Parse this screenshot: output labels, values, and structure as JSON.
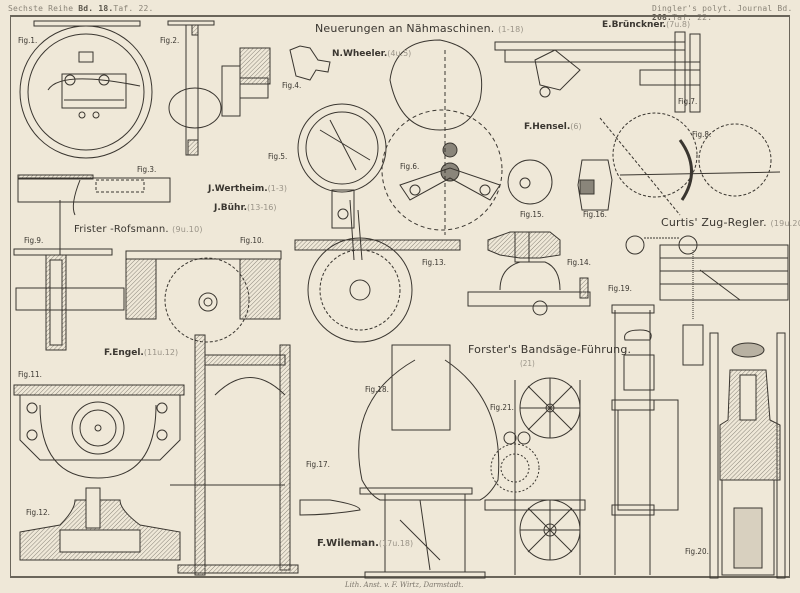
{
  "header": {
    "left_series": "Sechste Reihe",
    "left_volume": "Bd. 18.",
    "left_plate": "Taf. 22.",
    "right_journal": "Dingler's polyt. Journal Bd.",
    "right_volume": "268.",
    "right_plate": "Taf. 22."
  },
  "title": {
    "main": "Neuerungen an Nähmaschinen.",
    "range": "(1-18)"
  },
  "inventors": [
    {
      "name": "N.Wheeler.",
      "figs": "(4u.5)"
    },
    {
      "name": "E.Brünckner.",
      "figs": "(7u.8)"
    },
    {
      "name": "F.Hensel.",
      "figs": "(6)"
    },
    {
      "name": "J.Wertheim.",
      "figs": "(1-3)"
    },
    {
      "name": "J.Bühr.",
      "figs": "(13-16)"
    },
    {
      "name": "Frister -Rofsmann.",
      "figs": "(9u.10)"
    },
    {
      "name": "F.Engel.",
      "figs": "(11u.12)"
    },
    {
      "name": "F.Wileman.",
      "figs": "(17u.18)"
    }
  ],
  "section_titles": {
    "bandsaw": "Forster's Bandsäge-Führung.",
    "bandsaw_figs": "(21)",
    "regulator": "Curtis' Zug-Regler.",
    "regulator_figs": "(19u.20)"
  },
  "figures": {
    "f1": "Fig.1.",
    "f2": "Fig.2.",
    "f3": "Fig.3.",
    "f4": "Fig.4.",
    "f5": "Fig.5.",
    "f6": "Fig.6.",
    "f7": "Fig.7.",
    "f8": "Fig.8.",
    "f9": "Fig.9.",
    "f10": "Fig.10.",
    "f11": "Fig.11.",
    "f12": "Fig.12.",
    "f13": "Fig.13.",
    "f14": "Fig.14.",
    "f15": "Fig.15.",
    "f16": "Fig.16.",
    "f17": "Fig.17.",
    "f18": "Fig.18.",
    "f19": "Fig.19.",
    "f20": "Fig.20.",
    "f21": "Fig.21."
  },
  "credit": "Lith. Anst. v. F. Wirtz, Darmstadt."
}
